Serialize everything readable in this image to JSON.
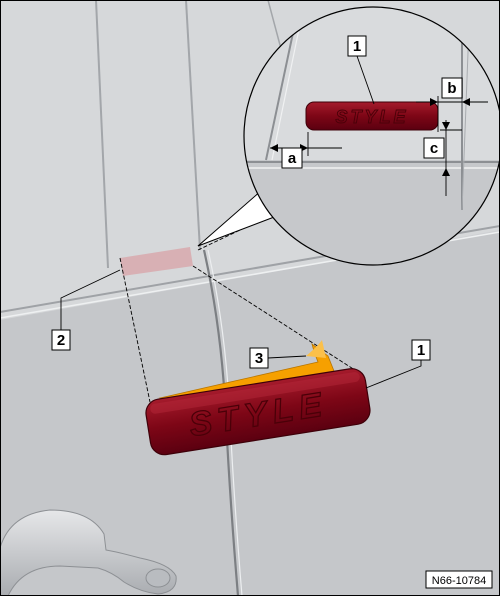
{
  "figure": {
    "reference_code": "N66-10784",
    "badge_text": "STYLE",
    "callouts": {
      "badge_detail": "1",
      "badge_main": "1",
      "marking_area": "2",
      "adhesive_backing": "3"
    },
    "dimensions": {
      "a": "a",
      "b": "b",
      "c": "c"
    },
    "colors": {
      "badge_red": "#8a0a1c",
      "adhesive_orange": "#f6a000",
      "panel_grey": "#cfd1d4"
    }
  }
}
